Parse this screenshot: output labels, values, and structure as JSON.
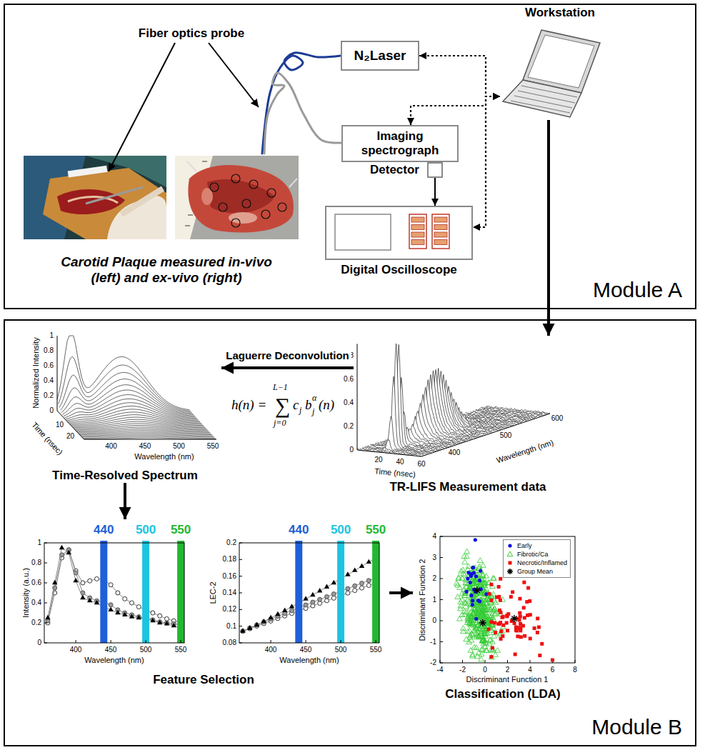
{
  "diagram": {
    "nodes": [
      {
        "text": [
          "Module A"
        ]
      },
      {
        "text": [
          "N₂Laser"
        ],
        "in": 0
      },
      {
        "text": [
          "Workstation"
        ],
        "in": 0
      },
      {
        "text": [
          "Imaging spectrograph"
        ],
        "in": 0
      },
      {
        "text": [
          "Carotid Plaque measured in-vivo (left) and ex-vivo (right)"
        ],
        "in": 0
      },
      {
        "text": [
          "Detector"
        ],
        "in": 0
      },
      {
        "text": [
          "Digital Oscilloscope"
        ],
        "in": 0
      },
      {
        "text": [
          "Module B"
        ]
      },
      {
        "text": [
          "Time-Resolved Spectrum"
        ],
        "in": 7
      },
      {
        "text": [
          "TR-LIFS Measurement data"
        ],
        "in": 7
      },
      {
        "text": [
          "Feature Selection"
        ],
        "in": 7
      },
      {
        "text": [
          "Classification (LDA)"
        ],
        "in": 7
      }
    ],
    "edges": [
      {
        "from": 2,
        "to": 1,
        "arrow": "both"
      },
      {
        "from": 2,
        "to": 3,
        "arrow": "both"
      },
      {
        "from": 2,
        "to": 6,
        "arrow": "both"
      },
      {
        "from": 5,
        "to": 6,
        "arrow": "to"
      },
      {
        "from": 1,
        "to": 4,
        "arrow": "none"
      },
      {
        "from": 3,
        "to": 4,
        "arrow": "none"
      },
      {
        "from": 2,
        "to": 9,
        "arrow": "to"
      },
      {
        "from": 9,
        "to": 8,
        "label": "Laguerre Deconvolution",
        "arrow": "to"
      },
      {
        "from": 8,
        "to": 10,
        "arrow": "to"
      },
      {
        "from": 10,
        "to": 11,
        "arrow": "to"
      }
    ],
    "labels": [
      "Fiber optics probe",
      "1",
      "0.8",
      "0.6",
      "0.4",
      "0.2",
      "0",
      "Normalized Intensity",
      "10",
      "20",
      "Time (nsec)",
      "400",
      "450",
      "500",
      "550",
      "Wavelength (nm)",
      "L−1",
      "h(n) =",
      "∑",
      "j=0",
      "c",
      "j",
      "b",
      "α",
      "j",
      "(n)",
      "0.8",
      "0.6",
      "0.4",
      "0.2",
      "0",
      "20",
      "40",
      "60",
      "Time (nsec)",
      "400",
      "500",
      "600",
      "Wavelength (nm)",
      "440",
      "500",
      "550",
      "1",
      "0.8",
      "0.6",
      "0.4",
      "0.2",
      "0",
      "Intensity (a.u.)",
      "400",
      "450",
      "500",
      "550",
      "Wavelength (nm)",
      "440",
      "500",
      "550",
      "0.2",
      "0.18",
      "0.16",
      "0.14",
      "0.12",
      "0.1",
      "0.08",
      "LEC-2",
      "400",
      "450",
      "500",
      "550",
      "Wavelength (nm)",
      "4",
      "3",
      "2",
      "1",
      "0",
      "-1",
      "-2",
      "Discriminant Function 2",
      "-4",
      "-2",
      "0",
      "2",
      "4",
      "6",
      "8",
      "Discriminant Function 1"
    ],
    "legend": [
      {
        "text": "Early"
      },
      {
        "text": "Fibrotic/Ca"
      },
      {
        "text": "Necrotic/Inflamed"
      },
      {
        "text": "Group Mean"
      }
    ]
  }
}
